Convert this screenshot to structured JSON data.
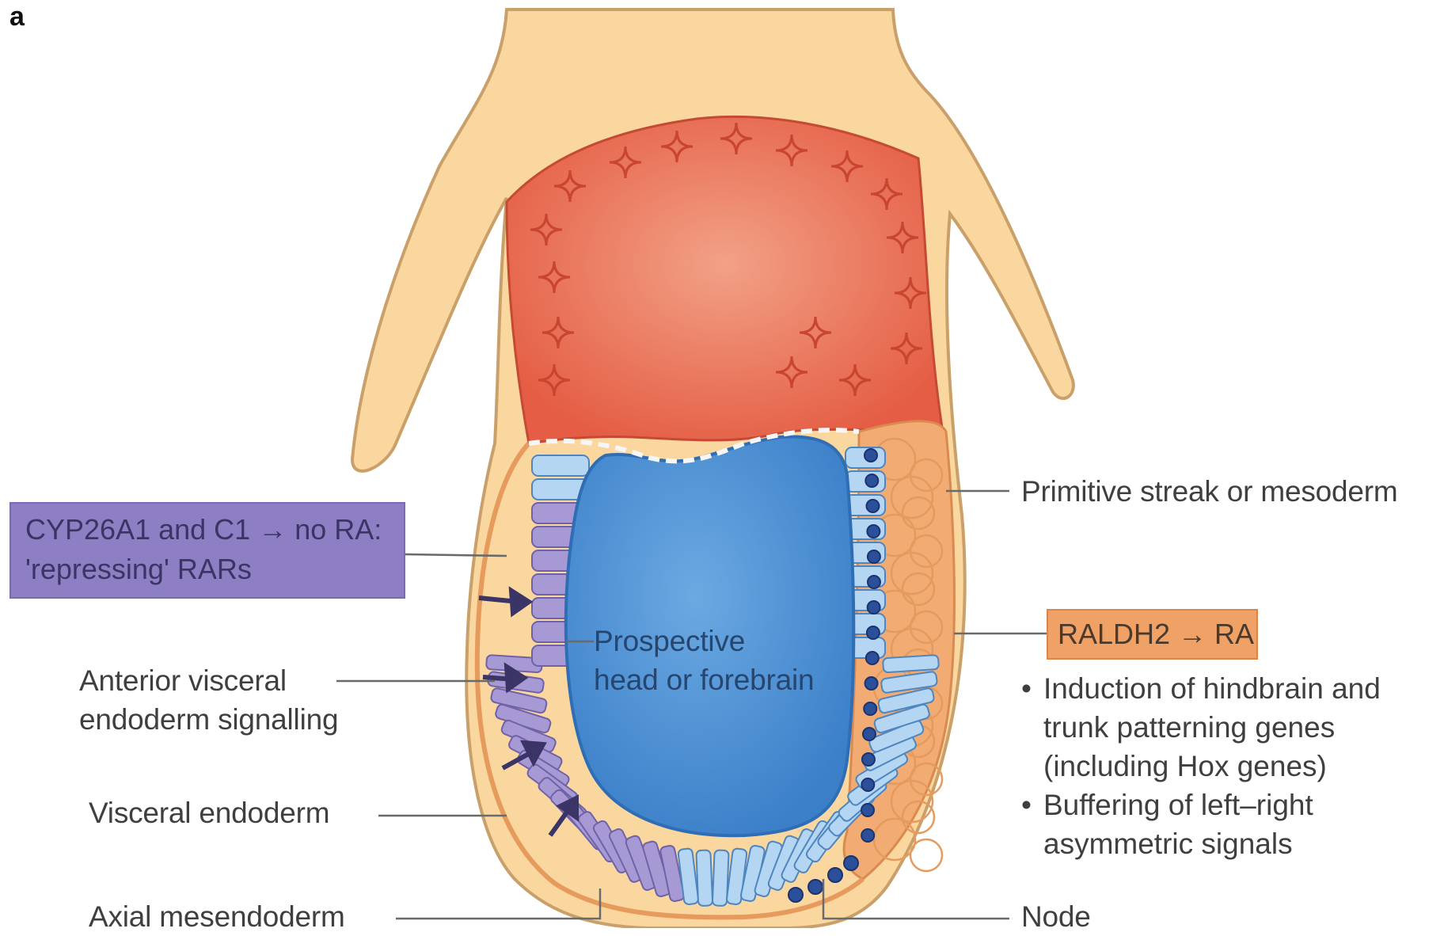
{
  "panel_label": "a",
  "labels": {
    "cyp26_box": [
      "CYP26A1 and C1 → no RA:",
      "'repressing' RARs"
    ],
    "anterior_visceral": [
      "Anterior visceral",
      "endoderm signalling"
    ],
    "visceral_endoderm": "Visceral endoderm",
    "axial_mesendoderm": "Axial mesendoderm",
    "prospective": [
      "Prospective",
      "head or forebrain"
    ],
    "primitive_streak": "Primitive streak or mesoderm",
    "raldh2_box": "RALDH2 → RA",
    "node": "Node"
  },
  "raldh2_effects": [
    [
      "Induction of hindbrain and",
      "trunk patterning genes",
      "(including Hox genes)"
    ],
    [
      "Buffering of left–right",
      "asymmetric signals"
    ]
  ],
  "colors": {
    "extraembryonic_tissue": "#fbd7a0",
    "tissue_outline": "#caa06a",
    "extraembryonic_ectoderm": "#e86a52",
    "prospective_forebrain": "#4a90d4",
    "epiblast_cells": "#b5d6f3",
    "anterior_visceral_endoderm": "#a79ad4",
    "mesoderm": "#f2ab73",
    "node_dots": "#2c4f9a"
  }
}
